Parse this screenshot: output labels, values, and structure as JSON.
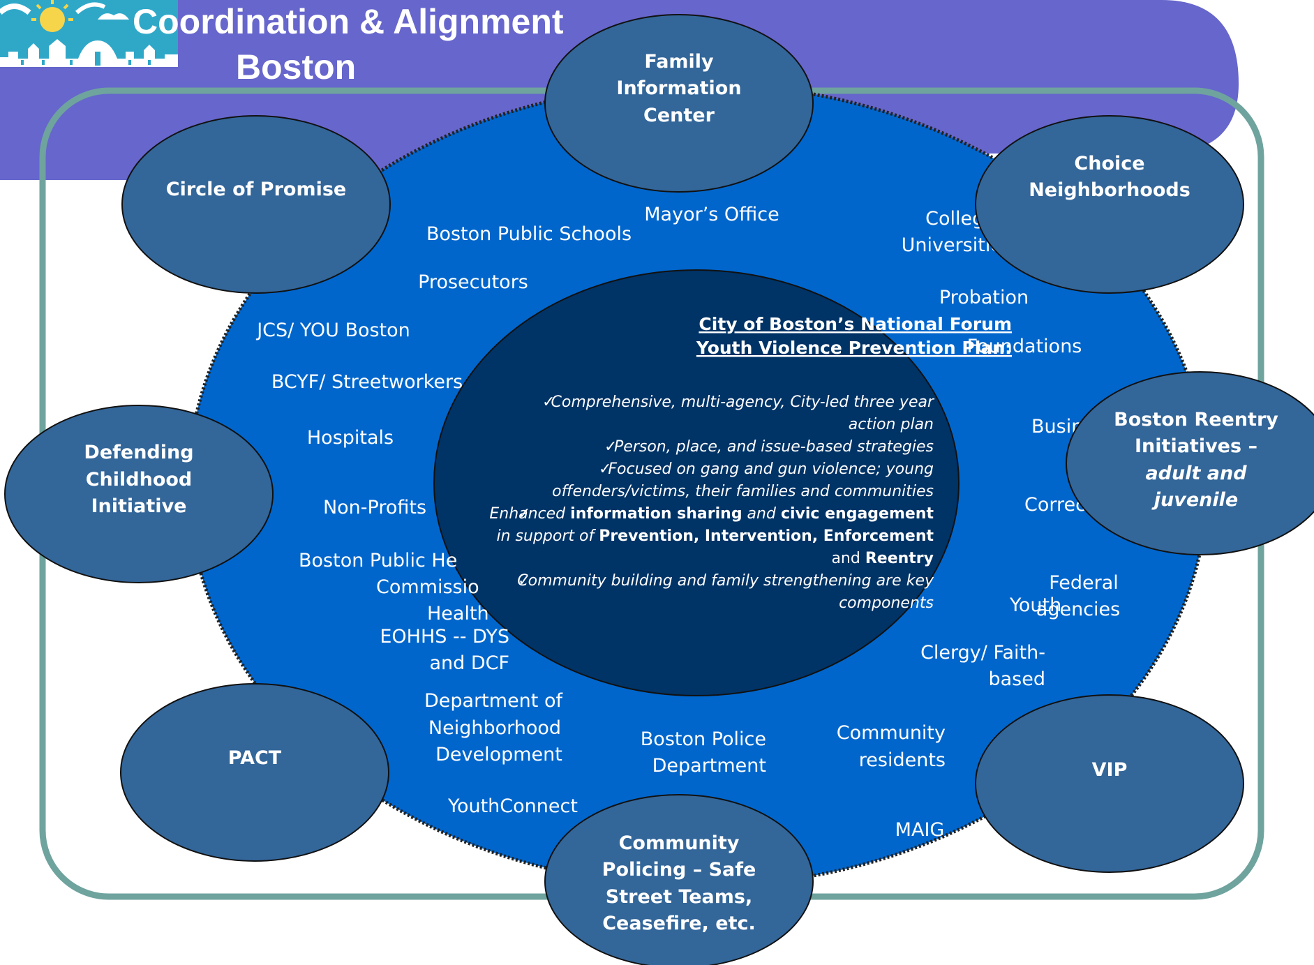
{
  "title": {
    "line1": "Coordination & Alignment",
    "line2": "Boston"
  },
  "colors": {
    "header_band": "#6666CC",
    "frame": "#6FA39E",
    "outer_ellipse": "#0066CC",
    "core_ellipse": "#003366",
    "satellite": "#336699",
    "logo_sky": "#2FA8C8",
    "logo_sun": "#F7D54A",
    "text": "#FFFFFF"
  },
  "logo": {
    "name": "Boston city skyline logo"
  },
  "core": {
    "title_line1": "City of Boston’s National Forum",
    "title_line2": "Youth Violence Prevention Plan:",
    "check_mark": "✓",
    "bullet1_line1": "Comprehensive, multi-agency, City-led three year",
    "bullet1_line2": "action plan",
    "bullet2": "Person, place, and issue-based strategies",
    "bullet3_line1": "Focused on gang and gun violence; young",
    "bullet3_line2": "offenders/victims, their families and communities",
    "bullet4_a": "Enhanced ",
    "bullet4_b": "information sharing",
    "bullet4_c": " and ",
    "bullet4_d": "civic engagement",
    "bullet4_e": "in support of ",
    "bullet4_f": "Prevention, Intervention, Enforcement",
    "bullet4_g": "and ",
    "bullet4_h": "Reentry",
    "bullet5_line1": "Community building and family strengthening are key",
    "bullet5_line2": "components"
  },
  "satellites": {
    "family_center": [
      "Family",
      "Information",
      "Center"
    ],
    "circle_of_promise": [
      "Circle of Promise"
    ],
    "choice_neighborhoods": [
      "Choice",
      "Neighborhoods"
    ],
    "defending_childhood": [
      "Defending",
      "Childhood",
      "Initiative"
    ],
    "reentry_1": "Boston Reentry",
    "reentry_2": "Initiatives –",
    "reentry_3": "adult and",
    "reentry_4": "juvenile",
    "pact": [
      "PACT"
    ],
    "vip": [
      "VIP"
    ],
    "community_policing": [
      "Community",
      "Policing – Safe",
      "Street Teams,",
      "Ceasefire, etc."
    ]
  },
  "partners": {
    "mayors_office": "Mayor’s Office",
    "bps": "Boston Public Schools",
    "colleges_1": "Colleges/",
    "colleges_2": "Universities",
    "prosecutors": "Prosecutors",
    "probation": "Probation",
    "jcs": "JCS/ YOU Boston",
    "foundations": "Foundations",
    "bcyf": "BCYF/ Streetworkers",
    "hospitals": "Hospitals",
    "business_partial": "Busin",
    "nonprofits": "Non-Profits",
    "corrections_partial": "Correc",
    "bphc_1": "Boston Public He",
    "bphc_2": "Commissio",
    "bphc_3": "Health",
    "federal_1": "Federal",
    "federal_2": "agencies",
    "youth_partial": "Youth",
    "eohhs_1": "EOHHS -- DYS",
    "eohhs_2": "and DCF",
    "clergy_1": "Clergy/ Faith-",
    "clergy_2": "based",
    "dnd_1": "Department of",
    "dnd_2": "Neighborhood",
    "dnd_3": "Development",
    "bpd_1": "Boston Police",
    "bpd_2": "Department",
    "residents_1": "Community",
    "residents_2": "residents",
    "youthconnect": "YouthConnect",
    "maig": "MAIG"
  }
}
